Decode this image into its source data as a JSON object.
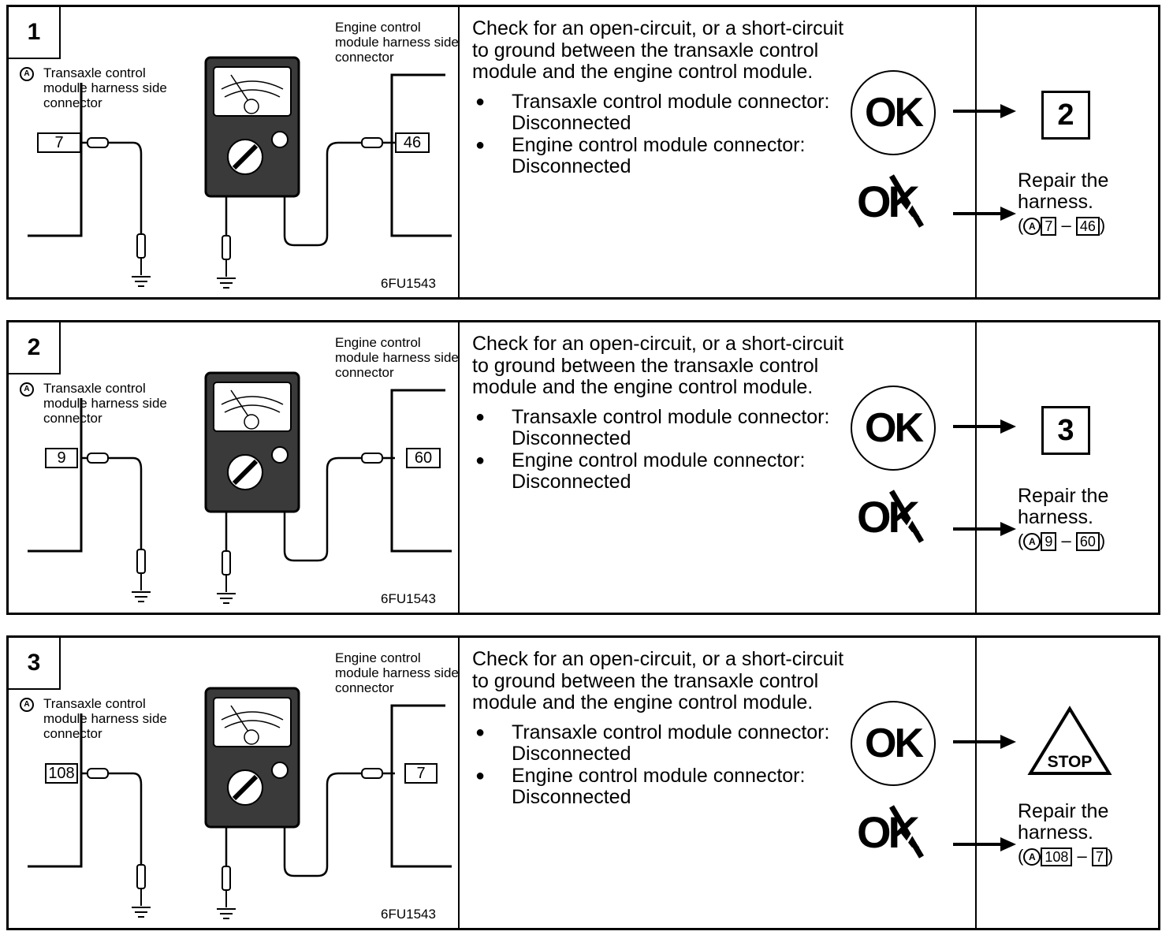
{
  "steps": [
    {
      "number": "1",
      "tcm_label": "Transaxle control module harness side connector",
      "ecm_label": "Engine control module harness side connector",
      "tcm_pin": "7",
      "ecm_pin": "46",
      "figure_code": "6FU1543",
      "check_text": "Check for an open-circuit, or a short-circuit to ground between the transaxle control module and the engine control module.",
      "bullets": [
        "Transaxle control module connector: Disconnected",
        "Engine control module connector: Disconnected"
      ],
      "ok_label": "OK",
      "ng_label": "OK",
      "ok_result": "2",
      "ok_result_type": "box",
      "repair_text": "Repair the harness.",
      "repair_ref": {
        "circle": "A",
        "from": "7",
        "to": "46"
      }
    },
    {
      "number": "2",
      "tcm_label": "Transaxle control module harness side connector",
      "ecm_label": "Engine control module harness side connector",
      "tcm_pin": "9",
      "ecm_pin": "60",
      "figure_code": "6FU1543",
      "check_text": "Check for an open-circuit, or a short-circuit to ground between the transaxle control module and the engine control module.",
      "bullets": [
        "Transaxle control module connector: Disconnected",
        "Engine control module connector: Disconnected"
      ],
      "ok_label": "OK",
      "ng_label": "OK",
      "ok_result": "3",
      "ok_result_type": "box",
      "repair_text": "Repair the harness.",
      "repair_ref": {
        "circle": "A",
        "from": "9",
        "to": "60"
      }
    },
    {
      "number": "3",
      "tcm_label": "Transaxle control module harness side connector",
      "ecm_label": "Engine control module harness side connector",
      "tcm_pin": "108",
      "ecm_pin": "7",
      "figure_code": "6FU1543",
      "check_text": "Check for an open-circuit, or a short-circuit to ground between the transaxle control module and the engine control module.",
      "bullets": [
        "Transaxle control module connector: Disconnected",
        "Engine control module connector: Disconnected"
      ],
      "ok_label": "OK",
      "ng_label": "OK",
      "ok_result": "STOP",
      "ok_result_type": "stop",
      "repair_text": "Repair the harness.",
      "repair_ref": {
        "circle": "A",
        "from": "108",
        "to": "7"
      }
    }
  ],
  "icons": {
    "connector_circle": "A-circle-icon",
    "multimeter": "multimeter-icon",
    "ground": "ground-icon",
    "ng": "crossed-ok-icon",
    "arrow": "arrow-right-icon",
    "stop": "stop-triangle-icon"
  }
}
